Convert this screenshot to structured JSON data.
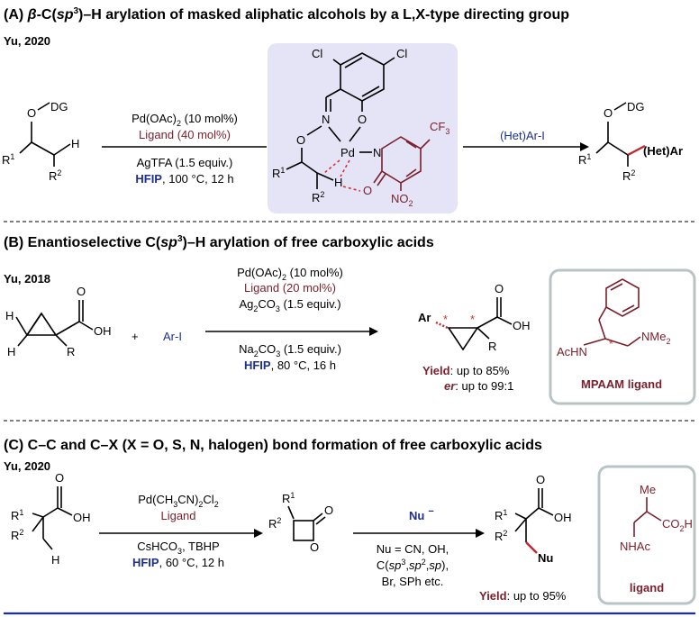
{
  "sections": {
    "a": {
      "header_prefix": "(A) ",
      "header_beta": "β",
      "header_mid1": "-C(",
      "header_sp": "sp",
      "header_3": "3",
      "header_rest": ")–H arylation of masked aliphatic alcohols by a L,X-type directing group",
      "author": "Yu, 2020",
      "cond1_a": "Pd(OAc)",
      "cond1_sub": "2",
      "cond1_b": " (10 mol%)",
      "cond2": "Ligand (40 mol%)",
      "cond3": "AgTFA (1.5 equiv.)",
      "cond4_bold": "HFIP",
      "cond4_rest": ", 100 °C, 12 h",
      "reagent": "(Het)Ar-I",
      "sm": {
        "o": "O",
        "dg": "DG",
        "r1": "R",
        "r1_sup": "1",
        "h": "H",
        "r2": "R",
        "r2_sup": "2"
      },
      "prod": {
        "o": "O",
        "dg": "DG",
        "r1": "R",
        "r1_sup": "1",
        "ar": "(Het)Ar",
        "r2": "R",
        "r2_sup": "2"
      },
      "complex": {
        "cl1": "Cl",
        "cl2": "Cl",
        "n": "N",
        "o1": "O",
        "o2": "O",
        "pd": "Pd",
        "n2": "N",
        "cf3_a": "CF",
        "cf3_sub": "3",
        "o3": "O",
        "no2_a": "NO",
        "no2_sub": "2",
        "r1": "R",
        "r1_sup": "1",
        "r2": "R",
        "r2_sup": "2",
        "h": "H"
      },
      "box_color": "#e4e4f6"
    },
    "b": {
      "header_prefix": "(B) Enantioselective C(",
      "header_sp": "sp",
      "header_3": "3",
      "header_rest": ")–H arylation of free carboxylic acids",
      "author": "Yu, 2018",
      "cond1_a": "Pd(OAc)",
      "cond1_sub": "2",
      "cond1_b": " (10 mol%)",
      "cond2": "Ligand (20 mol%)",
      "cond3_a": "Ag",
      "cond3_sub1": "2",
      "cond3_b": "CO",
      "cond3_sub2": "3",
      "cond3_c": " (1.5 equiv.)",
      "cond4_a": "Na",
      "cond4_sub1": "2",
      "cond4_b": "CO",
      "cond4_sub2": "3",
      "cond4_c": " (1.5 equiv.)",
      "cond5_bold": "HFIP",
      "cond5_rest": ", 80 °C, 16 h",
      "plus": "+",
      "reagent": "Ar-I",
      "sm": {
        "h1": "H",
        "h2": "H",
        "o": "O",
        "oh": "OH",
        "r": "R"
      },
      "prod": {
        "ar": "Ar",
        "star1": "*",
        "star2": "*",
        "o": "O",
        "oh": "OH",
        "r": "R"
      },
      "yield_label": "Yield",
      "yield_value": ": up to 85%",
      "er_label": "er",
      "er_value": ": up to 99:1",
      "ligand": {
        "achn": "AcHN",
        "star": "*",
        "nme": "NMe",
        "nme_sub": "2",
        "caption": "MPAAM ligand"
      },
      "ligand_box_border": "#b8c4c4"
    },
    "c": {
      "header": "(C) C–C and C–X (X = O, S, N, halogen) bond formation of free carboxylic acids",
      "author": "Yu, 2020",
      "cond1_a": "Pd(CH",
      "cond1_sub1": "3",
      "cond1_b": "CN)",
      "cond1_sub2": "2",
      "cond1_c": "Cl",
      "cond1_sub3": "2",
      "cond2": "Ligand",
      "cond3": "CsHCO",
      "cond3_sub": "3",
      "cond3_rest": ", TBHP",
      "cond4_bold": "HFIP",
      "cond4_rest": ", 60 °C, 12 h",
      "nu_reagent": "Nu",
      "nu_sup": "−",
      "nu_line1": "Nu = CN, OH,",
      "nu_line2_a": "C(",
      "nu_line2_sp3": "sp",
      "nu_line2_3": "3",
      "nu_line2_b": ",",
      "nu_line2_sp2": "sp",
      "nu_line2_2": "2",
      "nu_line2_c": ",",
      "nu_line2_sp": "sp",
      "nu_line2_d": "),",
      "nu_line3": "Br, SPh etc.",
      "sm": {
        "o": "O",
        "oh": "OH",
        "r1": "R",
        "r1_sup": "1",
        "r2": "R",
        "r2_sup": "2",
        "h": "H"
      },
      "lactone": {
        "r1": "R",
        "r1_sup": "1",
        "r2": "R",
        "r2_sup": "2",
        "o1": "O",
        "o2": "O"
      },
      "prod": {
        "o": "O",
        "oh": "OH",
        "r1": "R",
        "r1_sup": "1",
        "r2": "R",
        "r2_sup": "2",
        "nu": "Nu"
      },
      "yield_label": "Yield",
      "yield_value": ": up to 95%",
      "ligand": {
        "me": "Me",
        "co2h_a": "CO",
        "co2h_sub": "2",
        "co2h_b": "H",
        "nhac": "NHAc",
        "caption": "ligand"
      },
      "ligand_box_border": "#b8c4c4"
    }
  },
  "colors": {
    "maroon": "#7a1f2b",
    "blue": "#1f2f8f",
    "red_bond": "#c0262c",
    "bottom_rule": "#1f2f8f"
  }
}
